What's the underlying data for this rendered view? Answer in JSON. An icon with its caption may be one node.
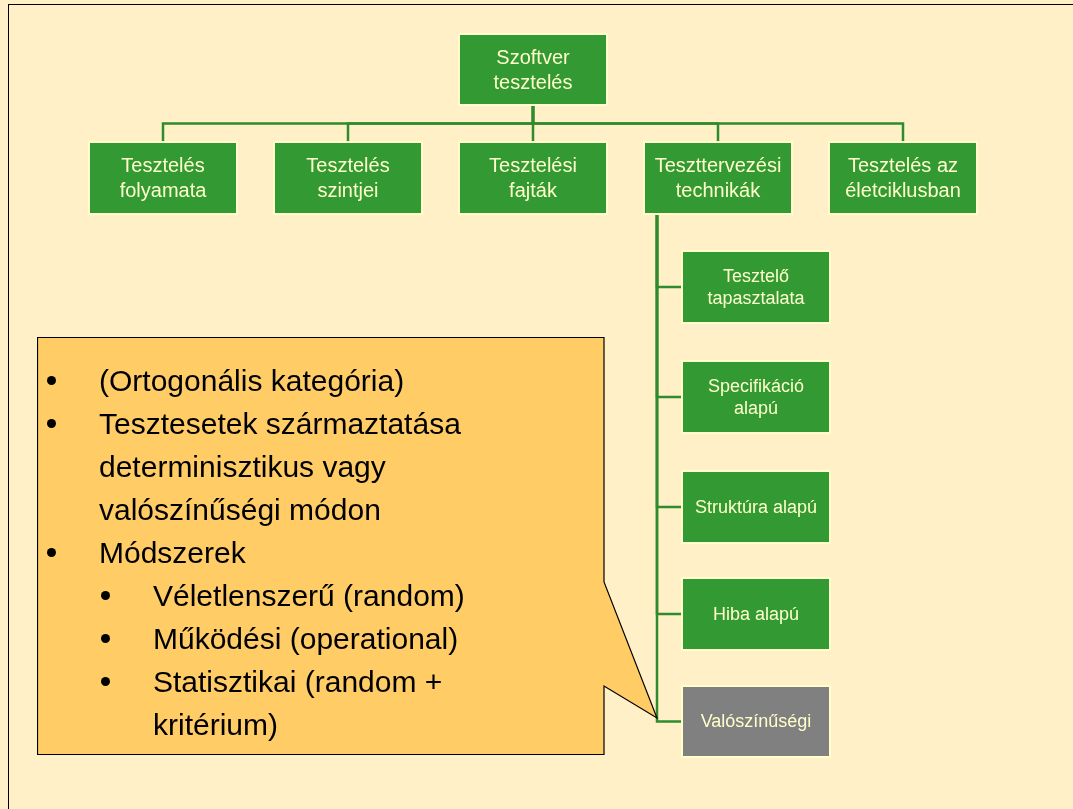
{
  "diagram": {
    "nodes": [
      {
        "text": [
          "Szoftver tesztelés"
        ]
      },
      {
        "text": [
          "Tesztelés folyamata"
        ]
      },
      {
        "text": [
          "Tesztelés szintjei"
        ]
      },
      {
        "text": [
          "Tesztelési fajták"
        ]
      },
      {
        "text": [
          "Teszttervezési technikák"
        ]
      },
      {
        "text": [
          "Tesztelés az életciklusban"
        ]
      },
      {
        "text": [
          "Tesztelő tapasztalata"
        ]
      },
      {
        "text": [
          "Specifikáció alapú"
        ]
      },
      {
        "text": [
          "Struktúra alapú"
        ]
      },
      {
        "text": [
          "Hiba alapú"
        ]
      },
      {
        "text": [
          "Valószínűségi"
        ]
      },
      {
        "text": [
          "(Ortogonális kategória)",
          "Tesztesetek származtatása determinisztikus vagy valószínűségi módon",
          "Módszerek",
          "Véletlenszerű (random)",
          "Működési (operational)",
          "Statisztikai (random + kritérium)"
        ]
      }
    ],
    "edges": [
      {
        "from": 0,
        "to": 1,
        "arrow": "none"
      },
      {
        "from": 0,
        "to": 2,
        "arrow": "none"
      },
      {
        "from": 0,
        "to": 3,
        "arrow": "none"
      },
      {
        "from": 0,
        "to": 4,
        "arrow": "none"
      },
      {
        "from": 0,
        "to": 5,
        "arrow": "none"
      },
      {
        "from": 4,
        "to": 6,
        "arrow": "none"
      },
      {
        "from": 4,
        "to": 7,
        "arrow": "none"
      },
      {
        "from": 4,
        "to": 8,
        "arrow": "none"
      },
      {
        "from": 4,
        "to": 9,
        "arrow": "none"
      },
      {
        "from": 4,
        "to": 10,
        "arrow": "none"
      }
    ]
  }
}
